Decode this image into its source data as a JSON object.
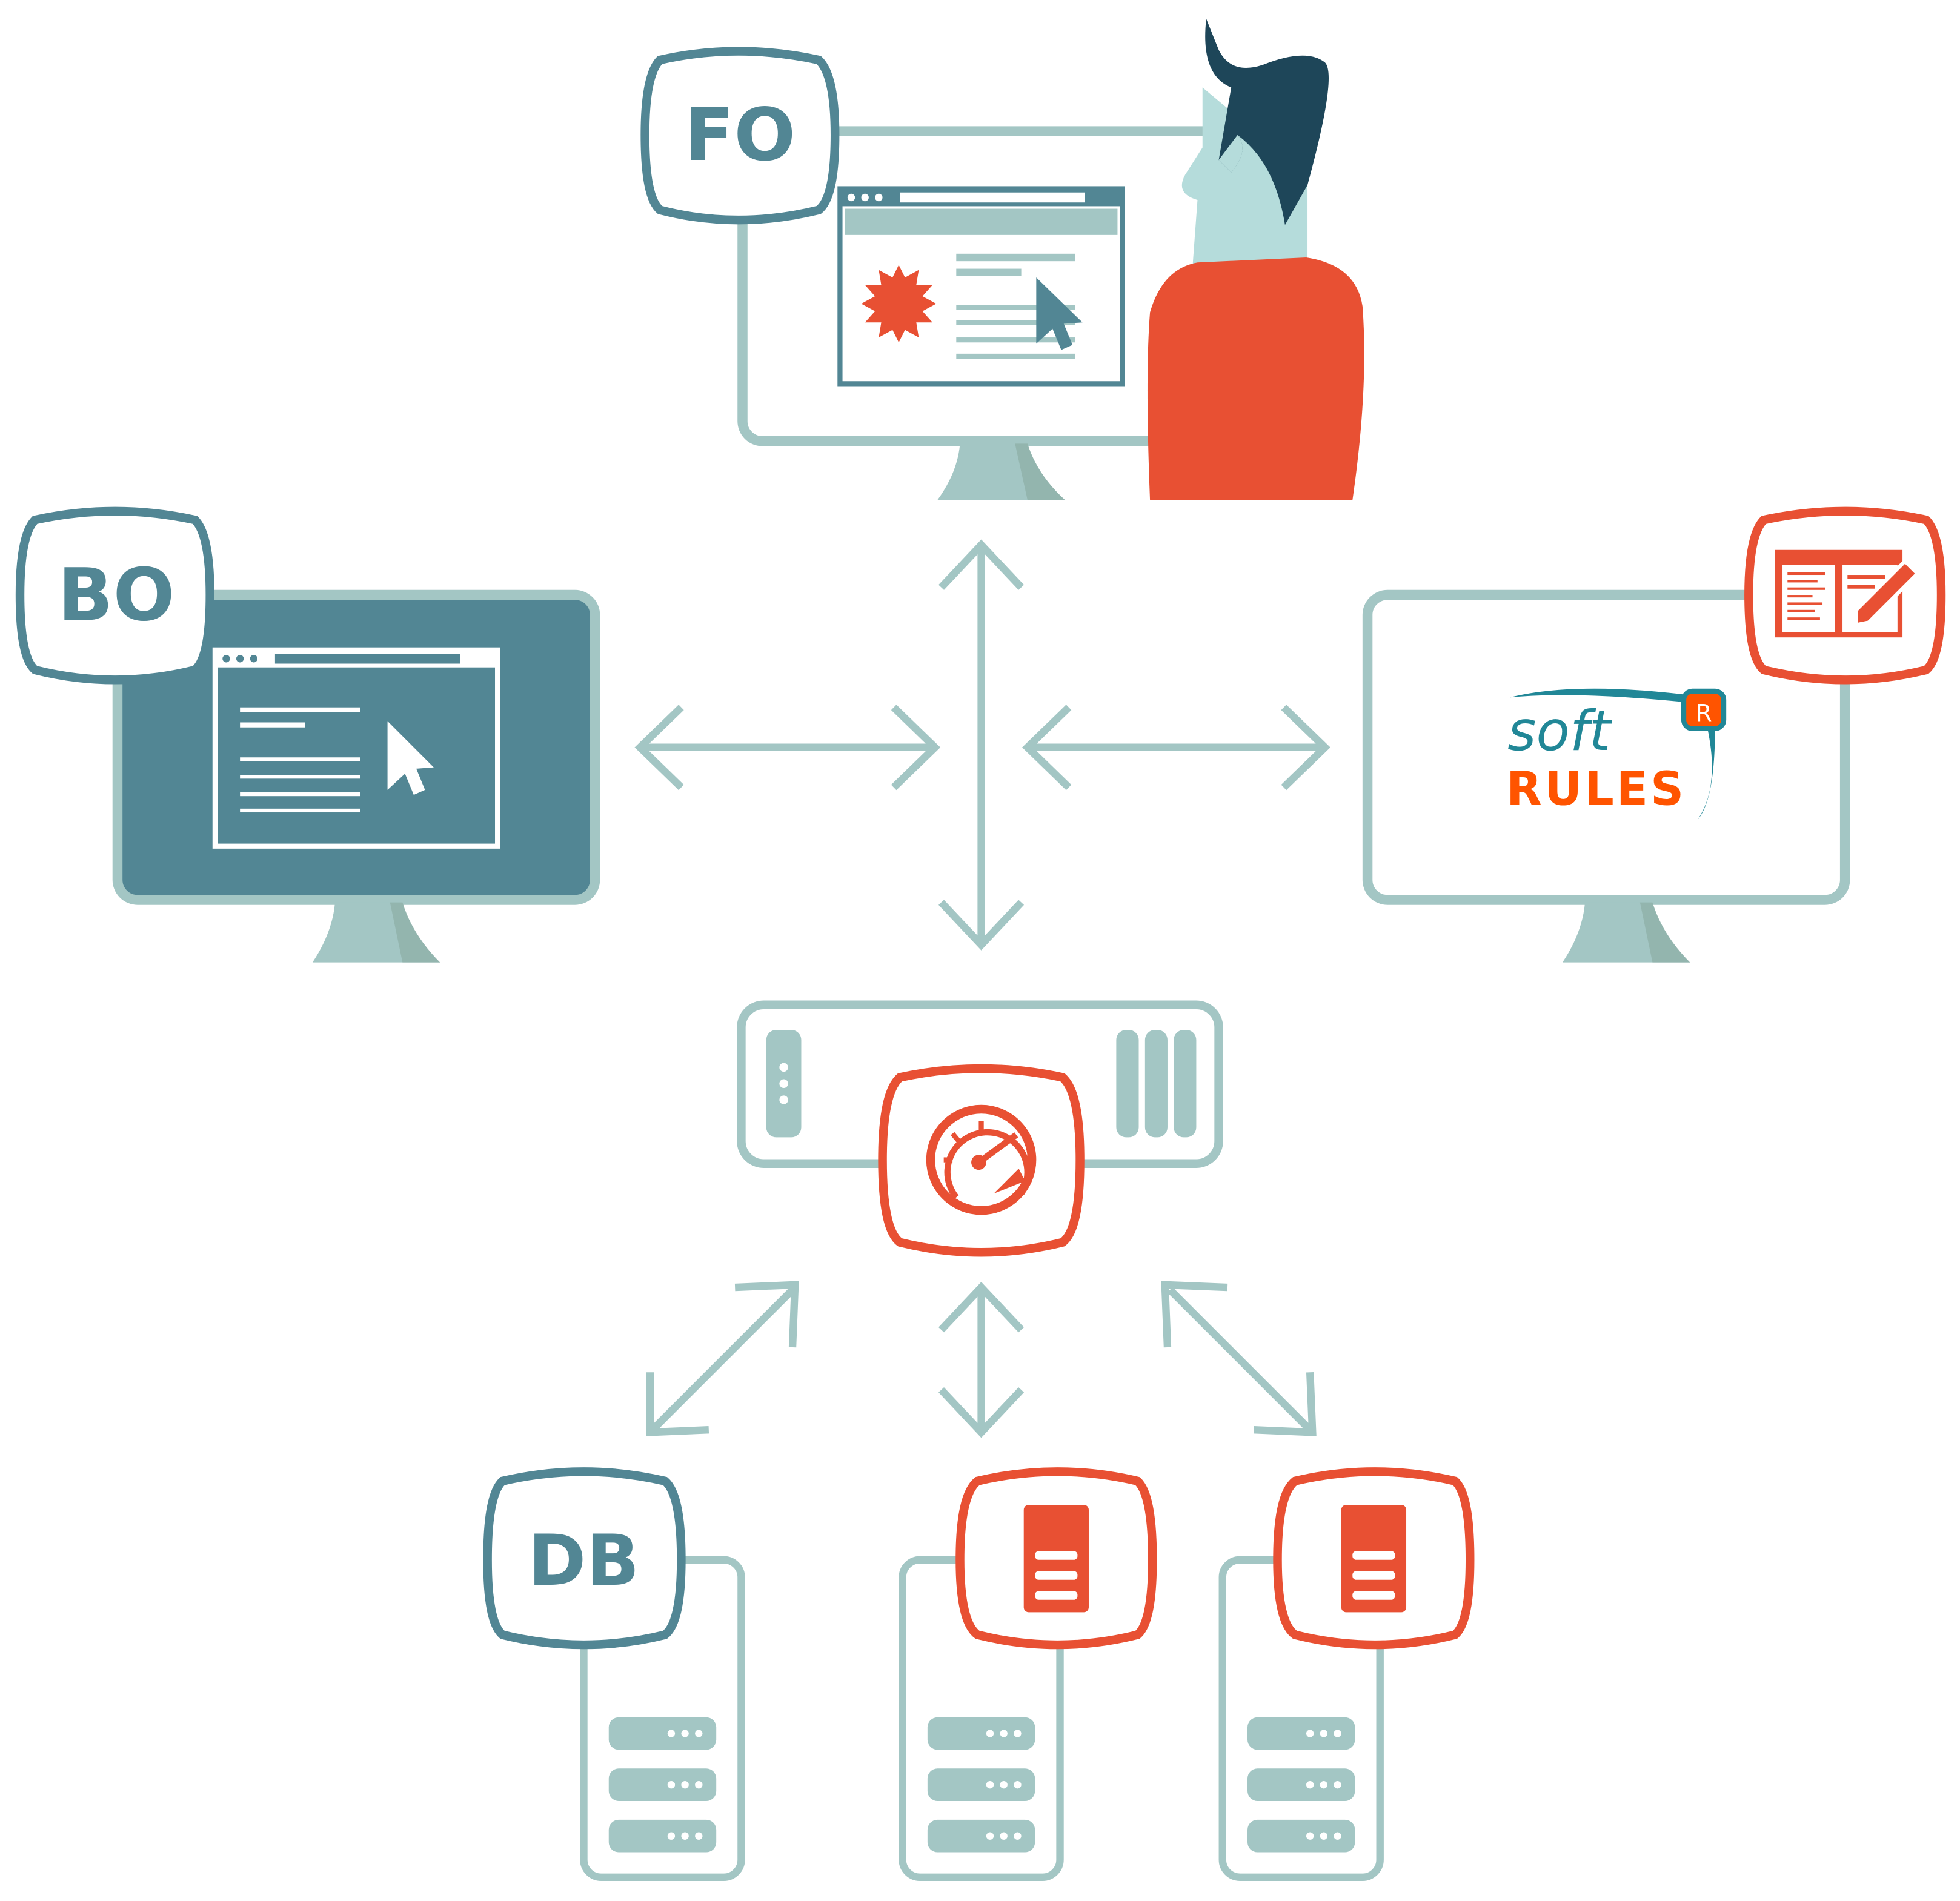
{
  "nodes": {
    "front_office": {
      "label": "FO"
    },
    "back_office": {
      "label": "BO"
    },
    "database": {
      "label": "DB"
    },
    "softrules": {
      "logo_word_top": "soft",
      "logo_word_bottom": "RULES",
      "logo_badge": "R"
    }
  },
  "colors": {
    "teal": "#528694",
    "light_teal": "#a3c6c4",
    "orange": "#e85033",
    "navy": "#1e4659",
    "skin": "#b5dcdb",
    "logo_teal": "#218797",
    "logo_orange": "#ff5400"
  }
}
